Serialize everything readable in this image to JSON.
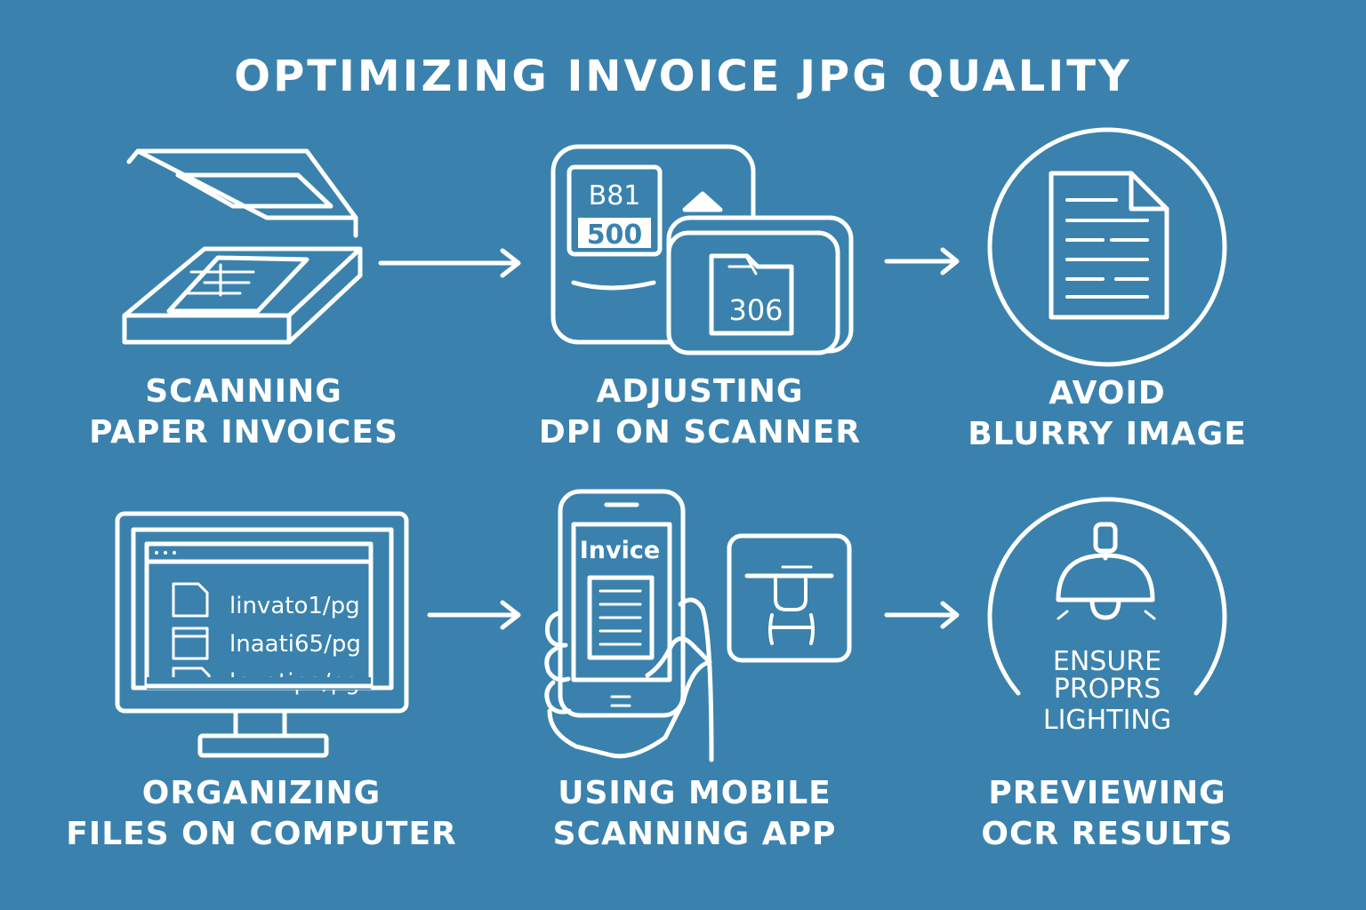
{
  "title": "OPTIMIZING INVOICE JPG QUALITY",
  "steps": [
    {
      "line1": "SCANNING",
      "line2": "PAPER INVOICES",
      "icon": "flatbed-scanner-icon"
    },
    {
      "line1": "ADJUSTING",
      "line2": "DPI ON SCANNER",
      "icon": "dpi-settings-icon",
      "display_top": "B81",
      "display_value": "500",
      "file_value": "306"
    },
    {
      "line1": "AVOID",
      "line2": "BLURRY IMAGE",
      "icon": "document-in-circle-icon"
    },
    {
      "line1": "ORGANIZING",
      "line2": "FILES ON COMPUTER",
      "icon": "computer-monitor-icon",
      "files": [
        "linvato1/pg",
        "lnaati65/pg",
        "lnvatipa/pg"
      ]
    },
    {
      "line1": "USING MOBILE",
      "line2": "SCANNING APP",
      "icon": "mobile-phone-icon",
      "screen_title": "Invice"
    },
    {
      "line1": "PREVIEWING",
      "line2": "OCR RESULTS",
      "icon": "lamp-in-circle-icon",
      "lamp_text": [
        "ENSURE",
        "PROPRS",
        "LIGHTING"
      ]
    }
  ],
  "colors": {
    "background": "#3a82ad",
    "stroke": "#ffffff"
  }
}
